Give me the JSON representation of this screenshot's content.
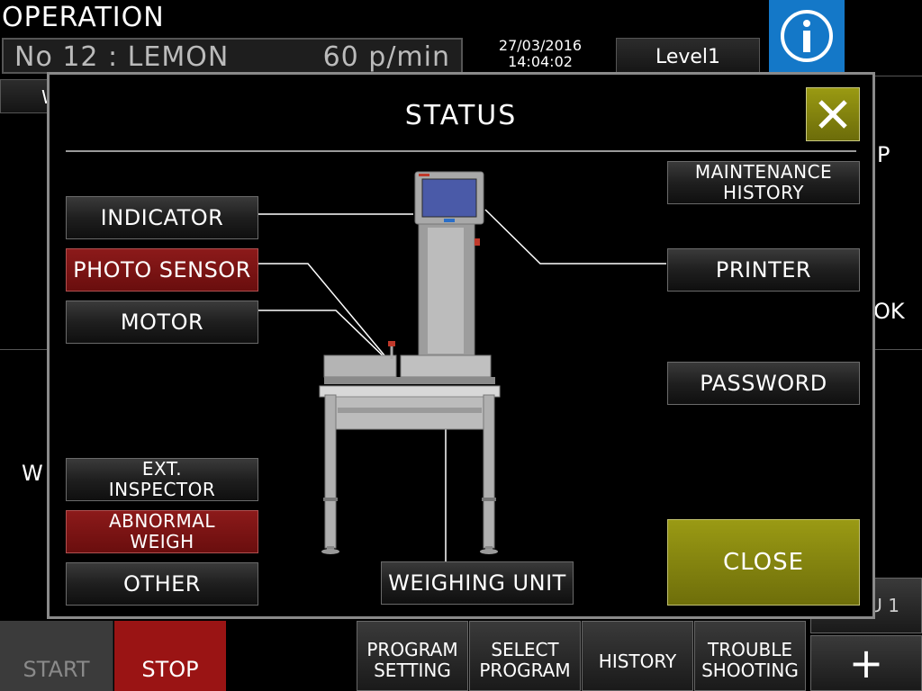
{
  "header": {
    "title": "OPERATION",
    "product": "No 12 : LEMON",
    "speed": "60 p/min",
    "date": "27/03/2016",
    "time": "14:04:02",
    "level": "Level1",
    "info_icon": "info-icon"
  },
  "background": {
    "letter_p": "P",
    "letter_ok": "OK",
    "letter_w": "W",
    "letter_w2": "W"
  },
  "bottom_bar": {
    "start": "START",
    "stop": "STOP",
    "program_setting": "PROGRAM SETTING",
    "select_program": "SELECT PROGRAM",
    "history": "HISTORY",
    "trouble_shooting": "TROUBLE SHOOTING",
    "u1": "U 1",
    "plus": "+"
  },
  "modal": {
    "title": "STATUS",
    "close_icon": "close-x-icon",
    "left_buttons": [
      {
        "label": "INDICATOR",
        "state": "normal"
      },
      {
        "label": "PHOTO SENSOR",
        "state": "alarm"
      },
      {
        "label": "MOTOR",
        "state": "normal"
      },
      {
        "label": "EXT. INSPECTOR",
        "state": "normal"
      },
      {
        "label": "ABNORMAL WEIGH",
        "state": "alarm"
      },
      {
        "label": "OTHER",
        "state": "normal"
      }
    ],
    "right_buttons": [
      {
        "label": "MAINTENANCE HISTORY",
        "state": "normal"
      },
      {
        "label": "PRINTER",
        "state": "normal"
      },
      {
        "label": "PASSWORD",
        "state": "normal"
      }
    ],
    "weighing_unit": "WEIGHING UNIT",
    "close_label": "CLOSE"
  },
  "colors": {
    "alarm": "#7a1414",
    "accent": "#8a8a10",
    "info": "#1478c8",
    "stop": "#9a1414"
  }
}
